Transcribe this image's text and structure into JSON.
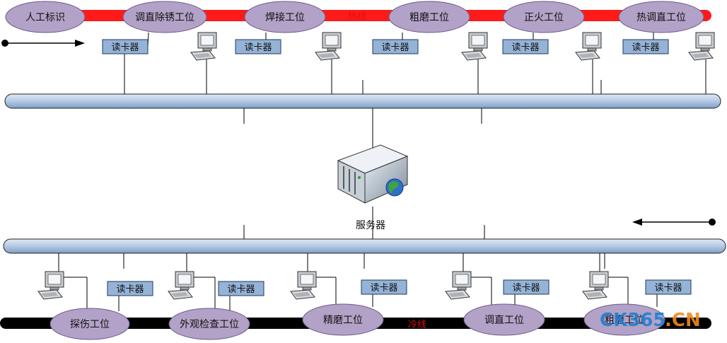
{
  "hot_line": {
    "label": "热线",
    "stations": [
      "人工标识",
      "调直除锈工位",
      "焊接工位",
      "粗磨工位",
      "正火工位",
      "热调直工位"
    ],
    "reader_label": "读卡器"
  },
  "cold_line": {
    "label": "冷线",
    "stations": [
      "探伤工位",
      "外观检查工位",
      "精磨工位",
      "调直工位",
      "粗磨工位"
    ],
    "reader_label": "读卡器"
  },
  "server": {
    "label": "服务器"
  },
  "watermark": {
    "part1": "CK365",
    "part2": ".CN"
  },
  "colors": {
    "hot_line": "#ff1a1a",
    "cold_line": "#000000",
    "station_fill": "#b3a2c7",
    "reader_fill": "#95b3d7",
    "bus_fill": "#b9cde5"
  }
}
